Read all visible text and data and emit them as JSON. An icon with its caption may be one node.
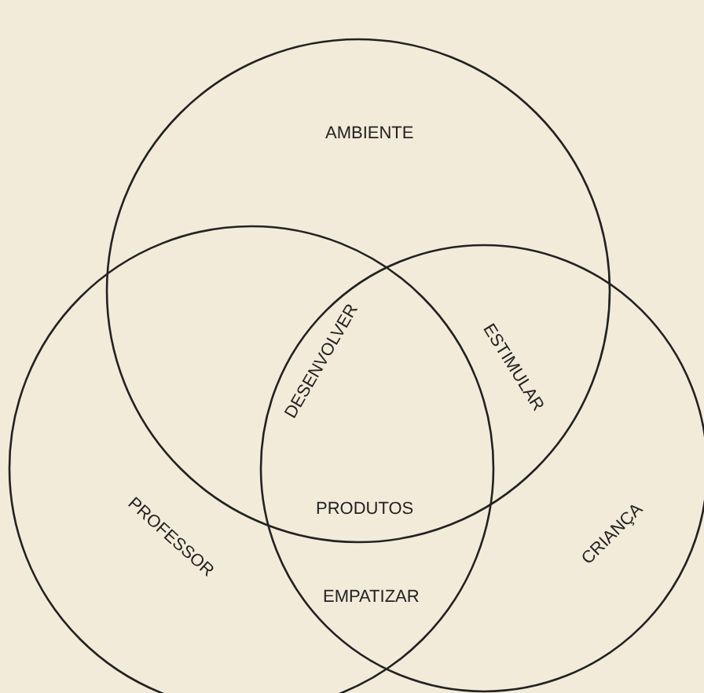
{
  "diagram": {
    "nodes": [
      {
        "text": [
          "AMBIENTE"
        ]
      },
      {
        "text": [
          "PROFESSOR"
        ]
      },
      {
        "text": [
          "CRIANÇA"
        ]
      }
    ],
    "labels": [
      "DESENVOLVER",
      "ESTIMULAR",
      "PRODUTOS",
      "EMPATIZAR"
    ]
  }
}
